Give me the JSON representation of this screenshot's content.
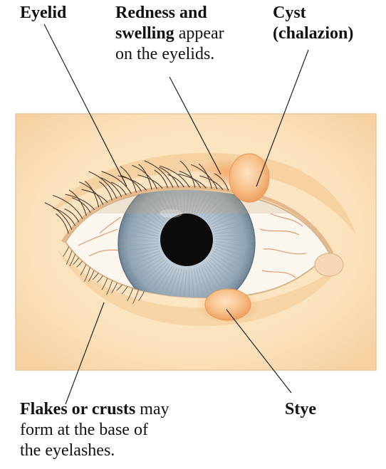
{
  "labels": {
    "eyelid": {
      "bold": "Eyelid"
    },
    "redness": {
      "bold_line1": "Redness and",
      "bold_line2": "swelling",
      "rest_line2": " appear",
      "line3": "on the eyelids."
    },
    "cyst": {
      "bold_line1": "Cyst",
      "bold_line2": "(chalazion)"
    },
    "flakes": {
      "bold_line1": "Flakes or crusts",
      "rest_line1": " may",
      "line2": "form at the base of",
      "line3": "the eyelashes."
    },
    "stye": {
      "bold": "Stye"
    }
  },
  "colors": {
    "skin_panel": "#fbe3bf",
    "skin_shadow": "#f3c48f",
    "redness": "#f2a566",
    "iris": "#a9b8c4",
    "pupil": "#0b0b0b",
    "sclera": "#fbf7ef",
    "vessel": "#d98a5a",
    "leader_line": "#222222"
  },
  "icons": [
    "eye-illustration"
  ]
}
